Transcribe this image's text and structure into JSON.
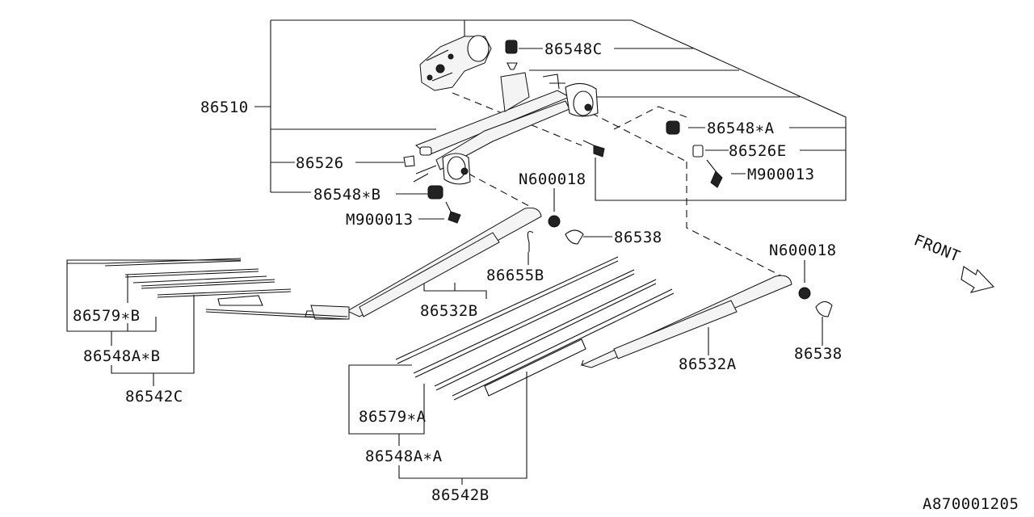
{
  "labels": {
    "l86510": "86510",
    "l86548C": "86548C",
    "l86548sA": "86548∗A",
    "l86526E": "86526E",
    "lM900013a": "M900013",
    "l86526": "86526",
    "l86548sB": "86548∗B",
    "lM900013b": "M900013",
    "lN600018a": "N600018",
    "l86538a": "86538",
    "l86655B": "86655B",
    "l86532B": "86532B",
    "l86579sB": "86579∗B",
    "l86548AsB": "86548A∗B",
    "l86542C": "86542C",
    "lN600018b": "N600018",
    "l86532A": "86532A",
    "l86538b": "86538",
    "l86579sA": "86579∗A",
    "l86548AsA": "86548A∗A",
    "l86542B": "86542B",
    "front": "FRONT",
    "diagramId": "A870001205"
  }
}
